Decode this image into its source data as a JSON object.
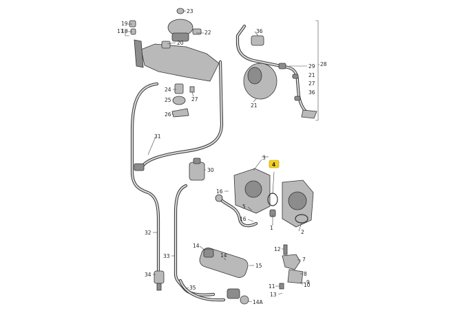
{
  "callouts": [
    {
      "id": "c23",
      "text": "23"
    },
    {
      "id": "c19",
      "text": "19"
    },
    {
      "id": "c18",
      "text": "18"
    },
    {
      "id": "c17",
      "text": "17"
    },
    {
      "id": "c22",
      "text": "22"
    },
    {
      "id": "c20",
      "text": "20"
    },
    {
      "id": "c36a",
      "text": "36"
    },
    {
      "id": "c28",
      "text": "28"
    },
    {
      "id": "c29",
      "text": "29"
    },
    {
      "id": "c21a",
      "text": "21"
    },
    {
      "id": "c27a",
      "text": "27"
    },
    {
      "id": "c36b",
      "text": "36"
    },
    {
      "id": "c21b",
      "text": "21"
    },
    {
      "id": "c24",
      "text": "24"
    },
    {
      "id": "c25",
      "text": "25"
    },
    {
      "id": "c27b",
      "text": "27"
    },
    {
      "id": "c26",
      "text": "26"
    },
    {
      "id": "c31",
      "text": "31"
    },
    {
      "id": "c3",
      "text": "3"
    },
    {
      "id": "c4",
      "text": "4"
    },
    {
      "id": "c30",
      "text": "30"
    },
    {
      "id": "c16a",
      "text": "16"
    },
    {
      "id": "c5",
      "text": "5"
    },
    {
      "id": "c16b",
      "text": "16"
    },
    {
      "id": "c14a",
      "text": "14"
    },
    {
      "id": "c1",
      "text": "1"
    },
    {
      "id": "c2",
      "text": "2"
    },
    {
      "id": "c32",
      "text": "32"
    },
    {
      "id": "c14b",
      "text": "14"
    },
    {
      "id": "c12",
      "text": "12"
    },
    {
      "id": "c33",
      "text": "33"
    },
    {
      "id": "c15",
      "text": "15"
    },
    {
      "id": "c7",
      "text": "7"
    },
    {
      "id": "c8",
      "text": "8"
    },
    {
      "id": "c34",
      "text": "34"
    },
    {
      "id": "c9",
      "text": "9"
    },
    {
      "id": "c11",
      "text": "11"
    },
    {
      "id": "c10",
      "text": "10"
    },
    {
      "id": "c35",
      "text": "35"
    },
    {
      "id": "c14A",
      "text": "14A"
    },
    {
      "id": "c13",
      "text": "13"
    }
  ],
  "highlight": {
    "callout": "4",
    "color": "#f3d01c"
  }
}
